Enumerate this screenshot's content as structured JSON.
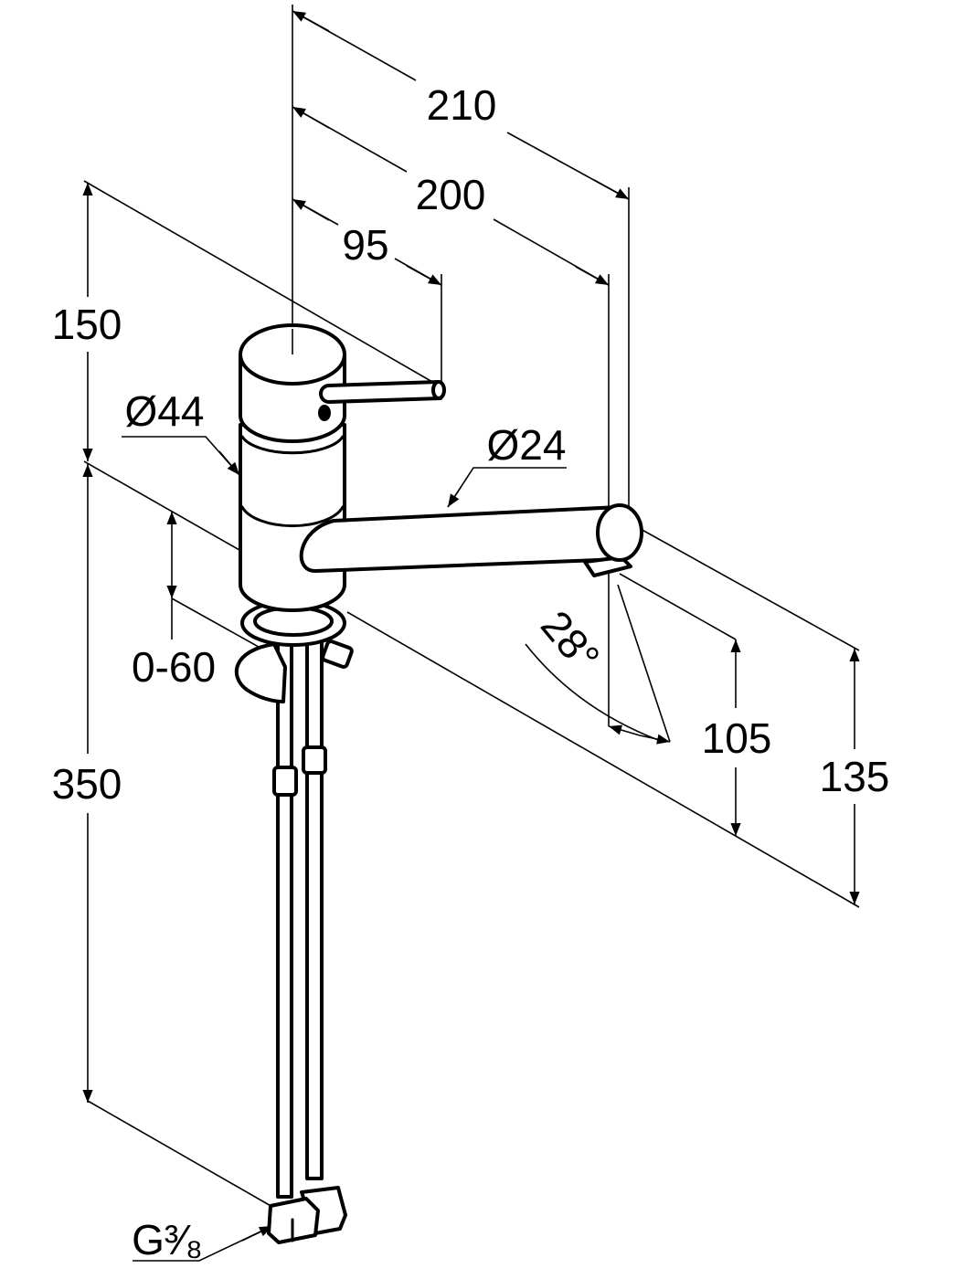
{
  "drawing": {
    "title": "Single-lever kitchen mixer dimension drawing",
    "dimensions": {
      "overall_reach": "210",
      "spout_reach": "200",
      "handle_reach": "95",
      "height_above_deck": "150",
      "body_diameter": "Ø44",
      "spout_diameter": "Ø24",
      "deck_thickness": "0-60",
      "spout_angle": "28°",
      "spout_clearance": "105",
      "spout_outlet_height": "135",
      "hose_length": "350",
      "connection_thread": "G³⁄₈"
    }
  }
}
